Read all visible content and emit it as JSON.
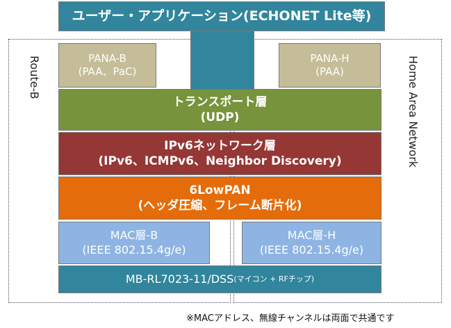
{
  "app_layer": {
    "label": "ユーザー・アプリケーション(ECHONET Lite等)"
  },
  "pana_b": {
    "line1": "PANA-B",
    "line2": "(PAA、PaC)"
  },
  "pana_h": {
    "line1": "PANA-H",
    "line2": "(PAA)"
  },
  "transport_layer": {
    "line1": "トランスポート層",
    "line2": "(UDP)"
  },
  "ipv6_layer": {
    "line1": "IPv6ネットワーク層",
    "line2": "(IPv6、ICMPv6、Neighbor Discovery)"
  },
  "lowpan_layer": {
    "line1": "6LowPAN",
    "line2": "(ヘッダ圧縮、フレーム断片化)"
  },
  "mac_b": {
    "line1": "MAC層-B",
    "line2": "(IEEE 802.15.4g/e)"
  },
  "mac_h": {
    "line1": "MAC層-H",
    "line2": "(IEEE 802.15.4g/e)"
  },
  "module": {
    "main": "MB-RL7023-11/DSS",
    "sub": "(マイコン + RFチップ)"
  },
  "side_labels": {
    "left": "Route-B",
    "right": "Home Area Network"
  },
  "footnote": "※MACアドレス、無線チャンネルは両面で共通です",
  "colors": {
    "teal": "#31859c",
    "tan": "#c4bd97",
    "green": "#77933c",
    "dark_red": "#953735",
    "orange": "#e46c0a",
    "light_blue": "#8eb4e3"
  }
}
